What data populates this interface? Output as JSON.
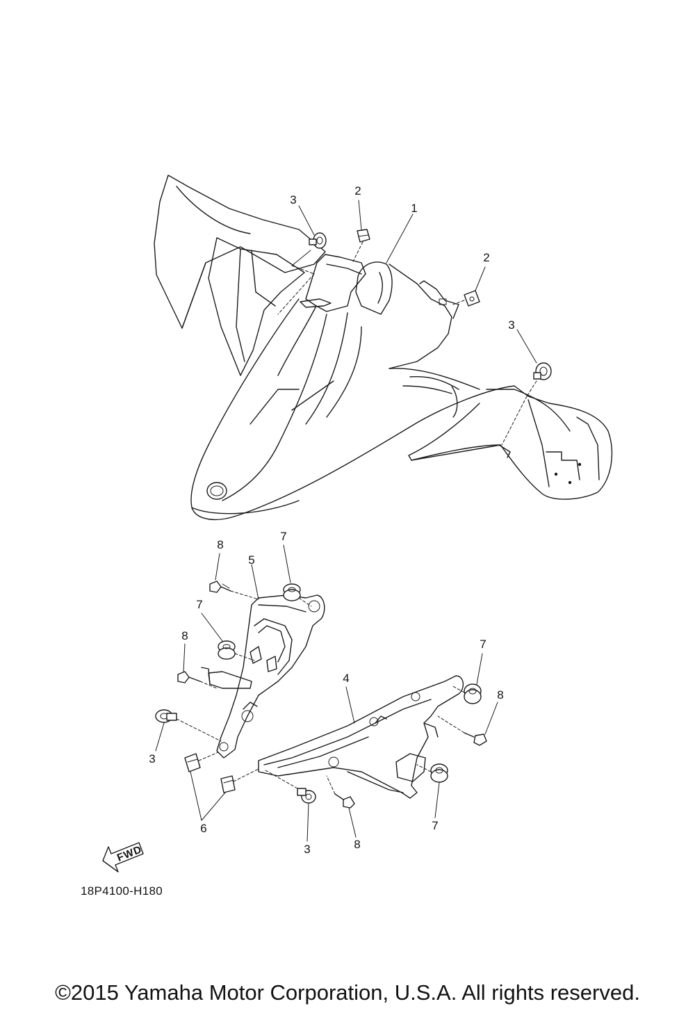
{
  "diagram": {
    "callouts": [
      "1",
      "2",
      "2",
      "3",
      "3",
      "3",
      "3",
      "4",
      "5",
      "6",
      "7",
      "7",
      "7",
      "7",
      "8",
      "8",
      "8",
      "8"
    ],
    "direction_label": "FWD",
    "part_code": "18P4100-H180",
    "copyright": "©2015 Yamaha Motor Corporation, U.S.A. All rights reserved."
  }
}
